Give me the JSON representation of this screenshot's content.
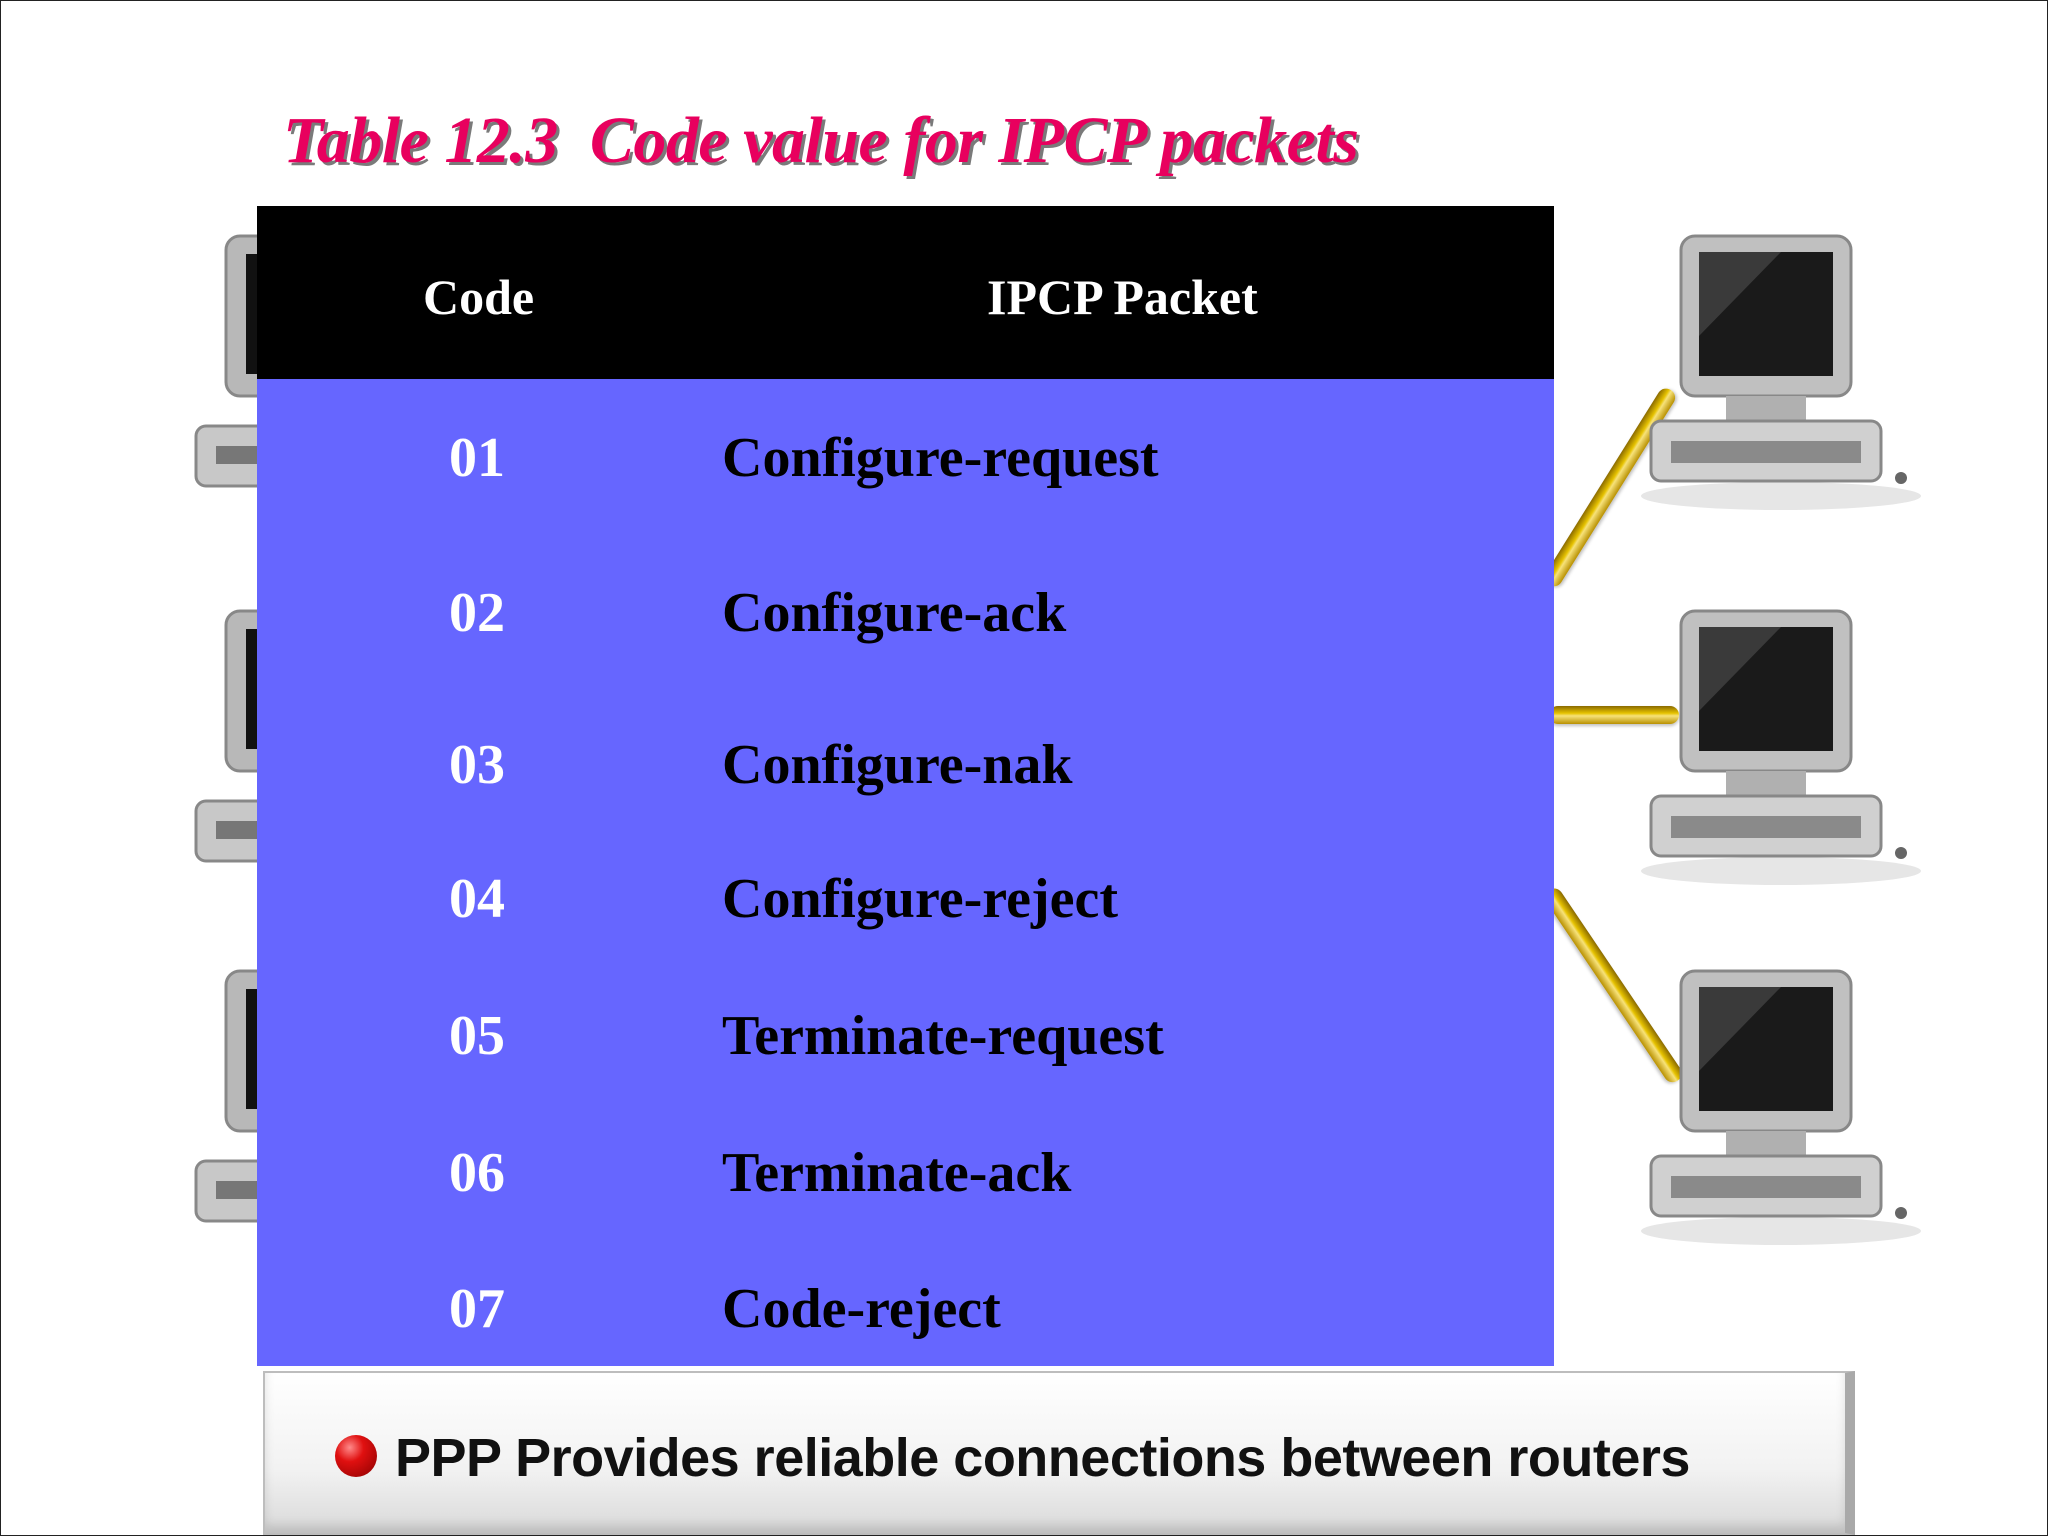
{
  "slide": {
    "title": "Table 12.3  Code value for IPCP packets",
    "caption": "PPP Provides reliable connections between routers"
  },
  "table": {
    "headers": [
      "Code",
      "IPCP Packet"
    ],
    "rows": [
      {
        "code": "01",
        "packet": "Configure-request"
      },
      {
        "code": "02",
        "packet": "Configure-ack"
      },
      {
        "code": "03",
        "packet": "Configure-nak"
      },
      {
        "code": "04",
        "packet": "Configure-reject"
      },
      {
        "code": "05",
        "packet": "Terminate-request"
      },
      {
        "code": "06",
        "packet": "Terminate-ack"
      },
      {
        "code": "07",
        "packet": "Code-reject"
      }
    ]
  },
  "colors": {
    "title": "#e8005e",
    "header_bg": "#000000",
    "table_bg": "#6666ff",
    "code_text": "#ffffff",
    "packet_text": "#000000",
    "cable": "#e6c200",
    "bullet": "#e01010"
  },
  "icons": [
    "computer-icon",
    "bullet-icon"
  ]
}
